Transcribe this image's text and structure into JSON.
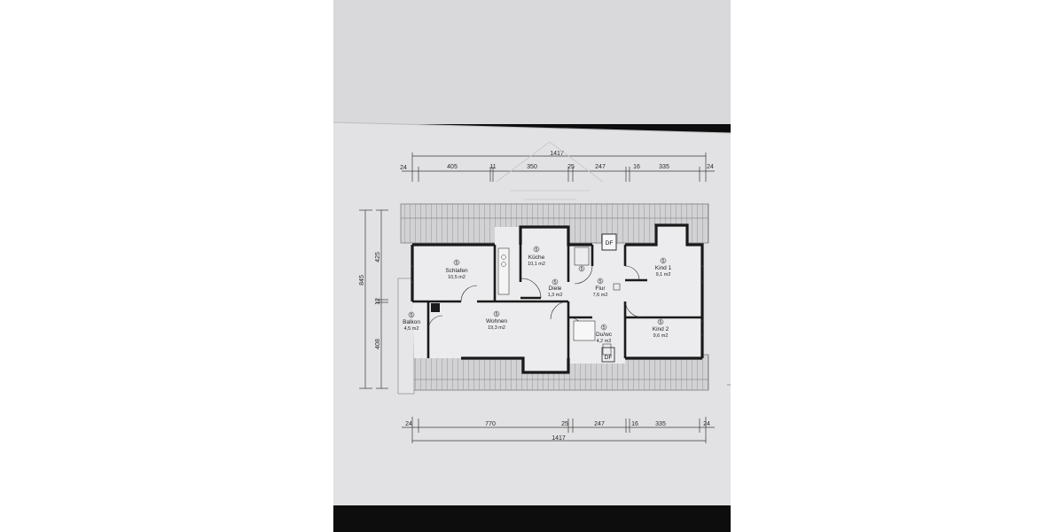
{
  "top_dimensions": {
    "overall": "1417",
    "segments": [
      "24",
      "405",
      "11",
      "350",
      "25",
      "247",
      "16",
      "335",
      "24"
    ]
  },
  "bottom_dimensions": {
    "overall": "1417",
    "segments": [
      "24",
      "770",
      "25",
      "247",
      "16",
      "335",
      "24"
    ]
  },
  "left_dimensions": {
    "overall": "845",
    "segments": [
      "425",
      "12",
      "408"
    ]
  },
  "rooms": [
    {
      "number": "5",
      "name": "Schlafen",
      "area": "10,5 m2"
    },
    {
      "number": "5",
      "name": "Küche",
      "area": "10,1 m2"
    },
    {
      "number": "5",
      "name": "Kind 1",
      "area": "9,1 m2"
    },
    {
      "number": "5",
      "name": "Diele",
      "area": "1,3 m2"
    },
    {
      "number": "5",
      "name": "Flur",
      "area": "7,6 m2"
    },
    {
      "number": "5",
      "name": "Balkon",
      "area": "4,5 m2"
    },
    {
      "number": "5",
      "name": "Wohnen",
      "area": "19,3 m2"
    },
    {
      "number": "5",
      "name": "Kind 2",
      "area": "9,6 m2"
    },
    {
      "number": "5",
      "name": "Du/wc",
      "area": "4,2 m2"
    }
  ],
  "markers": {
    "hall_marker": "5",
    "skylight_top": "DF",
    "skylight_bottom": "DF"
  },
  "colors": {
    "desk": "#0d0d0d",
    "paper": "#e2e2e4",
    "paper_top": "#d9d9dc",
    "wall": "#1a1a1a",
    "roof": "#cfcfd2"
  }
}
